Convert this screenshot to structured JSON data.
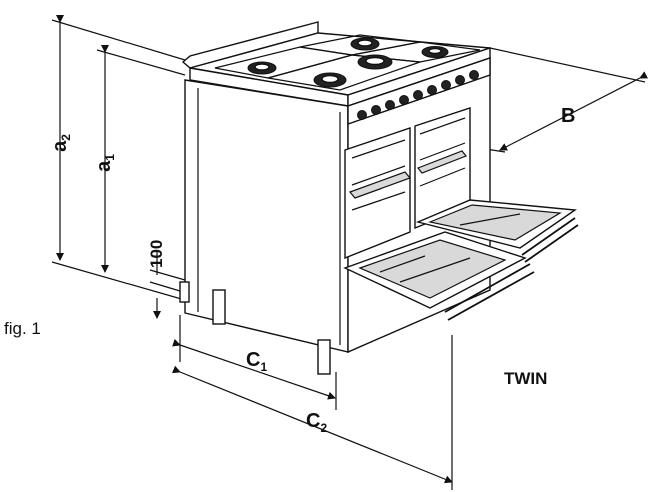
{
  "figure": {
    "fig_label": "fig. 1",
    "model_label": "TWIN"
  },
  "dimensions": {
    "a2": {
      "main": "a",
      "sub": "2"
    },
    "a1": {
      "main": "a",
      "sub": "1"
    },
    "height_100": "100",
    "b": "B",
    "c1": {
      "main": "C",
      "sub": "1"
    },
    "c2": {
      "main": "C",
      "sub": "2"
    }
  },
  "colors": {
    "line": "#111111",
    "background": "#ffffff",
    "tray_fill": "#d9d9d9"
  }
}
